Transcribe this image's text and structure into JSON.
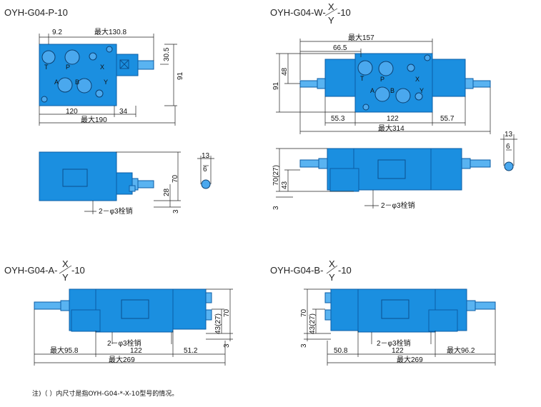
{
  "titles": {
    "p": "OYH-G04-P-10",
    "w_prefix": "OYH-G04-W-",
    "w_suffix": "-10",
    "a_prefix": "OYH-G04-A-",
    "a_suffix": "-10",
    "b_prefix": "OYH-G04-B-",
    "b_suffix": "-10",
    "x": "X",
    "y": "Y"
  },
  "ports": {
    "t": "T",
    "p": "P",
    "x": "X",
    "a": "A",
    "b": "B",
    "y": "Y"
  },
  "dims": {
    "p_top_left": "9.2",
    "p_top_max": "最大130.8",
    "p_right_small": "30.5",
    "p_right_height": "91",
    "p_bottom_120": "120",
    "p_bottom_34": "34",
    "p_bottom_max": "最大190",
    "p_side_13": "13",
    "p_side_6": "6",
    "p_side_70": "70",
    "p_side_28": "28",
    "p_side_3": "3",
    "p_pin": "2－φ3栓销",
    "w_top_max": "最大157",
    "w_top_665": "66.5",
    "w_left_48": "48",
    "w_left_91": "91",
    "w_553": "55.3",
    "w_122": "122",
    "w_557": "55.7",
    "w_max314": "最大314",
    "w_side_13": "13",
    "w_side_6": "6",
    "w_70_27": "70(27)",
    "w_43": "43",
    "w_3": "3",
    "w_pin": "2－φ3栓销",
    "a_958": "最大95.8",
    "a_pin": "2－φ3栓销",
    "a_122": "122",
    "a_512": "51.2",
    "a_max269": "最大269",
    "a_70": "70",
    "a_43_27": "43(27)",
    "a_3": "3",
    "b_70": "70",
    "b_43_27": "43(27)",
    "b_3": "3",
    "b_508": "50.8",
    "b_pin": "2－φ3栓销",
    "b_122": "122",
    "b_962": "最大96.2",
    "b_max269": "最大269"
  },
  "note": "注)（ ）内尺寸是指OYH-G04-*-X-10型号的情况。",
  "colors": {
    "body": "#1b8fe0",
    "outline": "#0b5ea6"
  }
}
